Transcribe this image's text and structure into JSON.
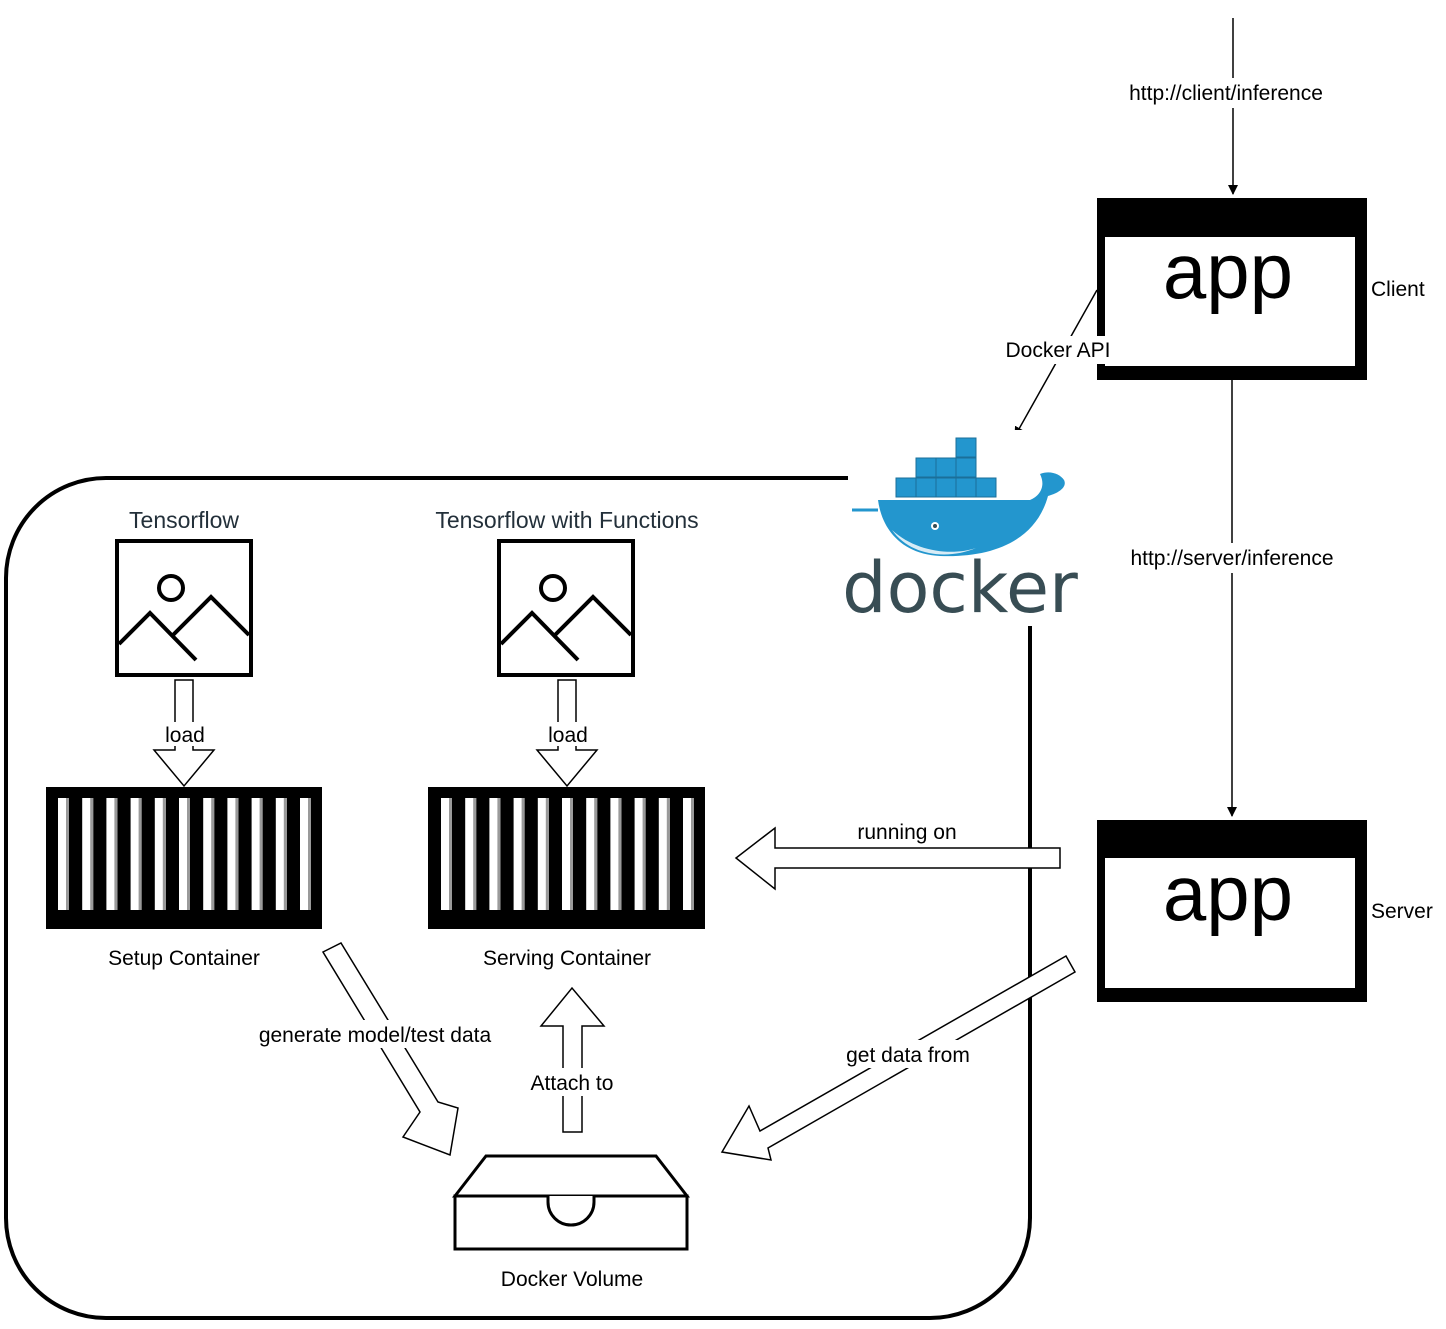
{
  "diagram": {
    "colors": {
      "stroke": "#000000",
      "docker_blue": "#2396ce",
      "docker_dark": "#384d54",
      "label_dark": "#23303a"
    },
    "client": {
      "app_text": "app",
      "label": "Client"
    },
    "server": {
      "app_text": "app",
      "label": "Server"
    },
    "edges": {
      "client_inference": "http://client/inference",
      "server_inference": "http://server/inference",
      "docker_api": "Docker API",
      "running_on": "running on",
      "get_data_from": "get data from",
      "generate_data": "generate model/test data",
      "attach_to": "Attach to",
      "load_left": "load",
      "load_right": "load"
    },
    "docker_logo": {
      "text": "docker",
      "icon": "docker-whale-icon"
    },
    "images": {
      "tensorflow": {
        "label": "Tensorflow",
        "icon": "image-icon"
      },
      "tensorflow_functions": {
        "label": "Tensorflow with Functions",
        "icon": "image-icon"
      }
    },
    "containers": {
      "setup": {
        "label": "Setup Container",
        "icon": "container-icon"
      },
      "serving": {
        "label": "Serving Container",
        "icon": "container-icon"
      }
    },
    "volume": {
      "label": "Docker Volume",
      "icon": "volume-tray-icon"
    }
  }
}
